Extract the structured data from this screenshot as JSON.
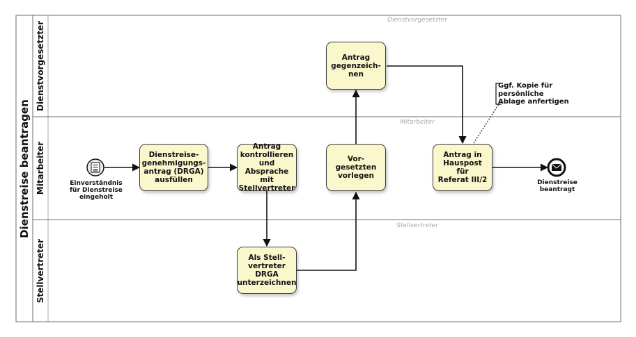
{
  "pool": {
    "title": "Dienstreise beantragen"
  },
  "lanes": [
    {
      "label": "Dienstvorgesetzter",
      "watermark": "Dienstvorgesetzter"
    },
    {
      "label": "Mitarbeiter",
      "watermark": "Mitarbeiter"
    },
    {
      "label": "Stellvertreter",
      "watermark": "Stellvertreter"
    }
  ],
  "events": {
    "start": {
      "label": "Einverständnis\nfür Dienstreise\neingeholt",
      "icon": "message-list-icon"
    },
    "end": {
      "label": "Dienstreise\nbeantragt",
      "icon": "envelope-icon"
    }
  },
  "tasks": {
    "fill_form": "Dienstreise-\ngenehmigungs-\nantrag (DRGA)\nausfüllen",
    "check_request": "Antrag\nkontrollieren\nund\nAbsprache\nmit\nStellvertreter",
    "sign_deputy": "Als Stell-\nvertreter\nDRGA\nunterzeichnen",
    "present_superior": "Vor-\ngesetzten\nvorlegen",
    "countersign": "Antrag\ngegenzeich-\nnen",
    "internal_mail": "Antrag in\nHauspost für\nReferat III/2"
  },
  "annotation": {
    "text": "Ggf. Kopie für\npersönliche\nAblage anfertigen"
  },
  "colors": {
    "task_fill": "#fbf7cd",
    "border": "#3a3a3a",
    "lane_line": "#6e6e6e",
    "watermark": "#a8a8a8"
  }
}
